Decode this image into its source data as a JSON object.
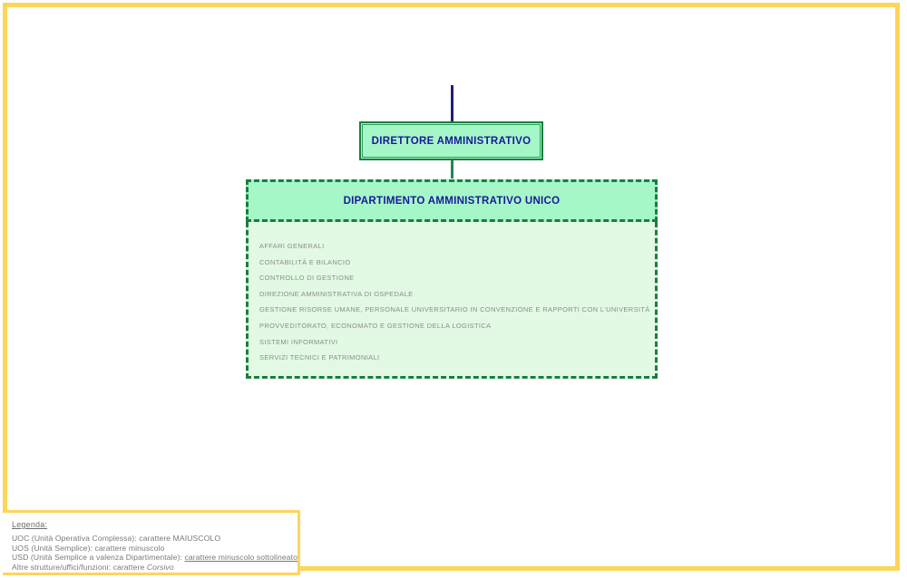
{
  "chart_data": {
    "type": "diagram",
    "title": "Organigramma - Dipartimento Amministrativo Unico",
    "nodes": [
      {
        "id": "direttore-amministrativo",
        "label": "DIRETTORE AMMINISTRATIVO",
        "level": 0,
        "style": "solid-border",
        "fill": "#A6F7C8",
        "border": "#17803D",
        "text_color": "#18189B"
      },
      {
        "id": "dipartimento-amministrativo-unico",
        "label": "DIPARTIMENTO AMMINISTRATIVO UNICO",
        "level": 1,
        "style": "dashed-border",
        "fill": "#A6F7C8",
        "border": "#17803D",
        "text_color": "#18189B"
      }
    ],
    "edges": [
      {
        "from": "page-top",
        "to": "direttore-amministrativo",
        "color": "#1F1F7A"
      },
      {
        "from": "direttore-amministrativo",
        "to": "dipartimento-amministrativo-unico",
        "color": "#1A8A4F"
      }
    ],
    "children": [
      "AFFARI GENERALI",
      "CONTABILITÀ E BILANCIO",
      "CONTROLLO DI GESTIONE",
      "DIREZIONE AMMINISTRATIVA DI OSPEDALE",
      "GESTIONE RISORSE UMANE, PERSONALE UNIVERSITARIO IN CONVENZIONE E RAPPORTI CON L'UNIVERSITÀ",
      "PROVVEDITORATO, ECONOMATO E GESTIONE DELLA LOGISTICA",
      "SISTEMI INFORMATIVI",
      "SERVIZI TECNICI E PATRIMONIALI"
    ]
  },
  "diagram": {
    "director": {
      "label": "DIRETTORE AMMINISTRATIVO"
    },
    "department": {
      "header_label": "DIPARTIMENTO AMMINISTRATIVO UNICO",
      "units": [
        "AFFARI GENERALI",
        "CONTABILITÀ E BILANCIO",
        "CONTROLLO DI GESTIONE",
        "DIREZIONE AMMINISTRATIVA DI OSPEDALE",
        "GESTIONE RISORSE UMANE, PERSONALE UNIVERSITARIO IN CONVENZIONE E RAPPORTI CON L'UNIVERSITÀ",
        "PROVVEDITORATO, ECONOMATO E GESTIONE DELLA LOGISTICA",
        "SISTEMI INFORMATIVI",
        "SERVIZI TECNICI E PATRIMONIALI"
      ]
    }
  },
  "legend": {
    "title": "Legenda:",
    "entries": [
      {
        "prefix": "UOC (Unità Operativa Complessa): carattere ",
        "emphasis": "MAIUSCOLO",
        "emphasis_style": "plain"
      },
      {
        "prefix": "UOS  (Unità Semplice): carattere ",
        "emphasis": "minuscolo",
        "emphasis_style": "plain"
      },
      {
        "prefix": "USD  (Unità Semplice a valenza Dipartimentale): ",
        "emphasis": "carattere minuscolo sottolineato",
        "emphasis_style": "underline"
      },
      {
        "prefix": "Altre strutture/uffici/funzioni: carattere ",
        "emphasis": "Corsivo",
        "emphasis_style": "italic"
      }
    ]
  },
  "colors": {
    "page_frame": "#FDD55B",
    "node_fill_strong": "#A6F7C8",
    "node_fill_light": "#E2FAE4",
    "node_border": "#17803D",
    "node_text": "#18189B",
    "unit_text": "#8C8C8C",
    "connector_navy": "#1F1F7A",
    "connector_green": "#1A8A4F",
    "legend_text": "#7A7A7A"
  }
}
